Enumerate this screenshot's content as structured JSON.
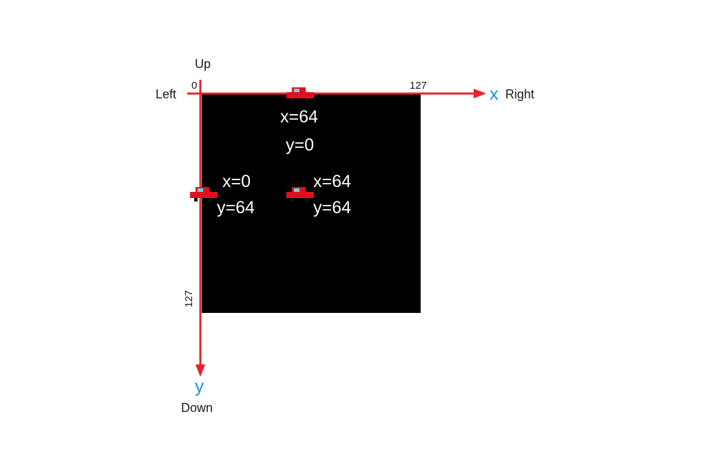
{
  "directions": {
    "up": "Up",
    "down": "Down",
    "left": "Left",
    "right": "Right"
  },
  "axes": {
    "x_letter": "x",
    "y_letter": "y",
    "origin_tick": "0",
    "x_max_tick": "127",
    "y_max_tick": "127",
    "color": "#e8202a",
    "letter_color": "#1e8fe0"
  },
  "screen": {
    "color": "#000000"
  },
  "sprites": [
    {
      "x_label": "x=64",
      "y_label": "y=0"
    },
    {
      "x_label": "x=0",
      "y_label": "y=64"
    },
    {
      "x_label": "x=64",
      "y_label": "y=64"
    }
  ],
  "sprite_icon": "car-icon",
  "sprite_colors": {
    "body": "#e01020",
    "window": "#6fd3e0",
    "wheel": "#111111"
  }
}
